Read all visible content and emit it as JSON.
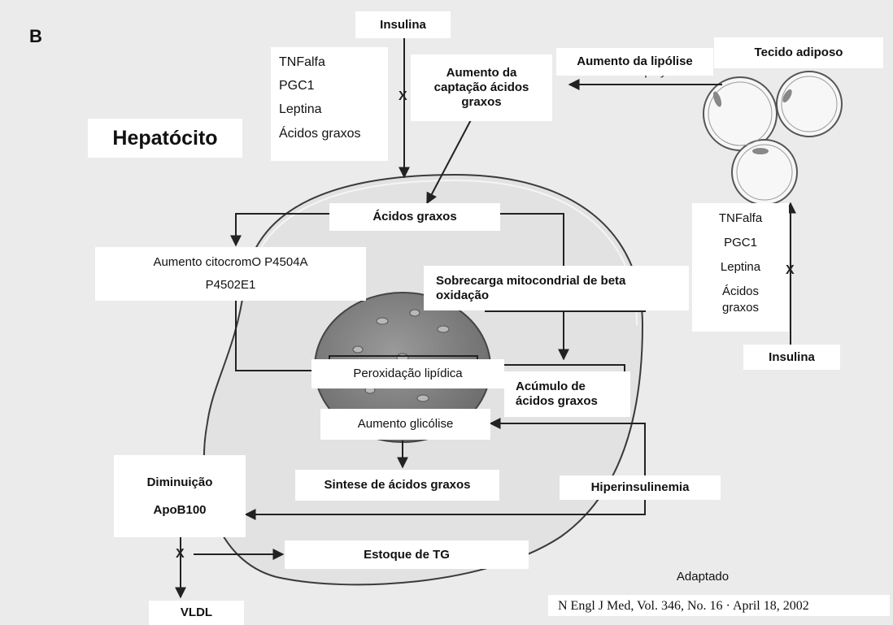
{
  "panel_letter": "B",
  "cell_label": "Hepatócito",
  "insulin_top": "Insulina",
  "factors_top": [
    "TNFalfa",
    "PGC1",
    "Leptina",
    "Ácidos graxos"
  ],
  "captacao_lines": [
    "Aumento da",
    "captação ácidos",
    "graxos"
  ],
  "lipolise": "Aumento da lipólise",
  "lipolise_underlying": "lipólysis",
  "tecido": "Tecido adiposo",
  "acidos_graxos": "Ácidos graxos",
  "citocromo_lines": [
    "Aumento citocromO P4504A",
    "P4502E1"
  ],
  "sobrecarga_lines": [
    "Sobrecarga mitocondrial de beta",
    "oxidação"
  ],
  "factors_right": [
    "TNFalfa",
    "PGC1",
    "Leptina",
    "Ácidos",
    "graxos"
  ],
  "insulin_right": "Insulina",
  "peroxidacao": "Peroxidação lipídica",
  "acumulo_lines": [
    "Acúmulo de",
    "ácidos graxos"
  ],
  "glicolise": "Aumento glicólise",
  "diminuicao_lines": [
    "Diminuição",
    "ApoB100"
  ],
  "sintese": "Sintese de ácidos graxos",
  "hiperinsulinemia": "Hiperinsulinemia",
  "estoque": "Estoque de TG",
  "vldl": "VLDL",
  "inhibition_mark": "X",
  "adaptado": "Adaptado",
  "citation": "N Engl J Med, Vol. 346, No. 16 · April 18, 2002"
}
